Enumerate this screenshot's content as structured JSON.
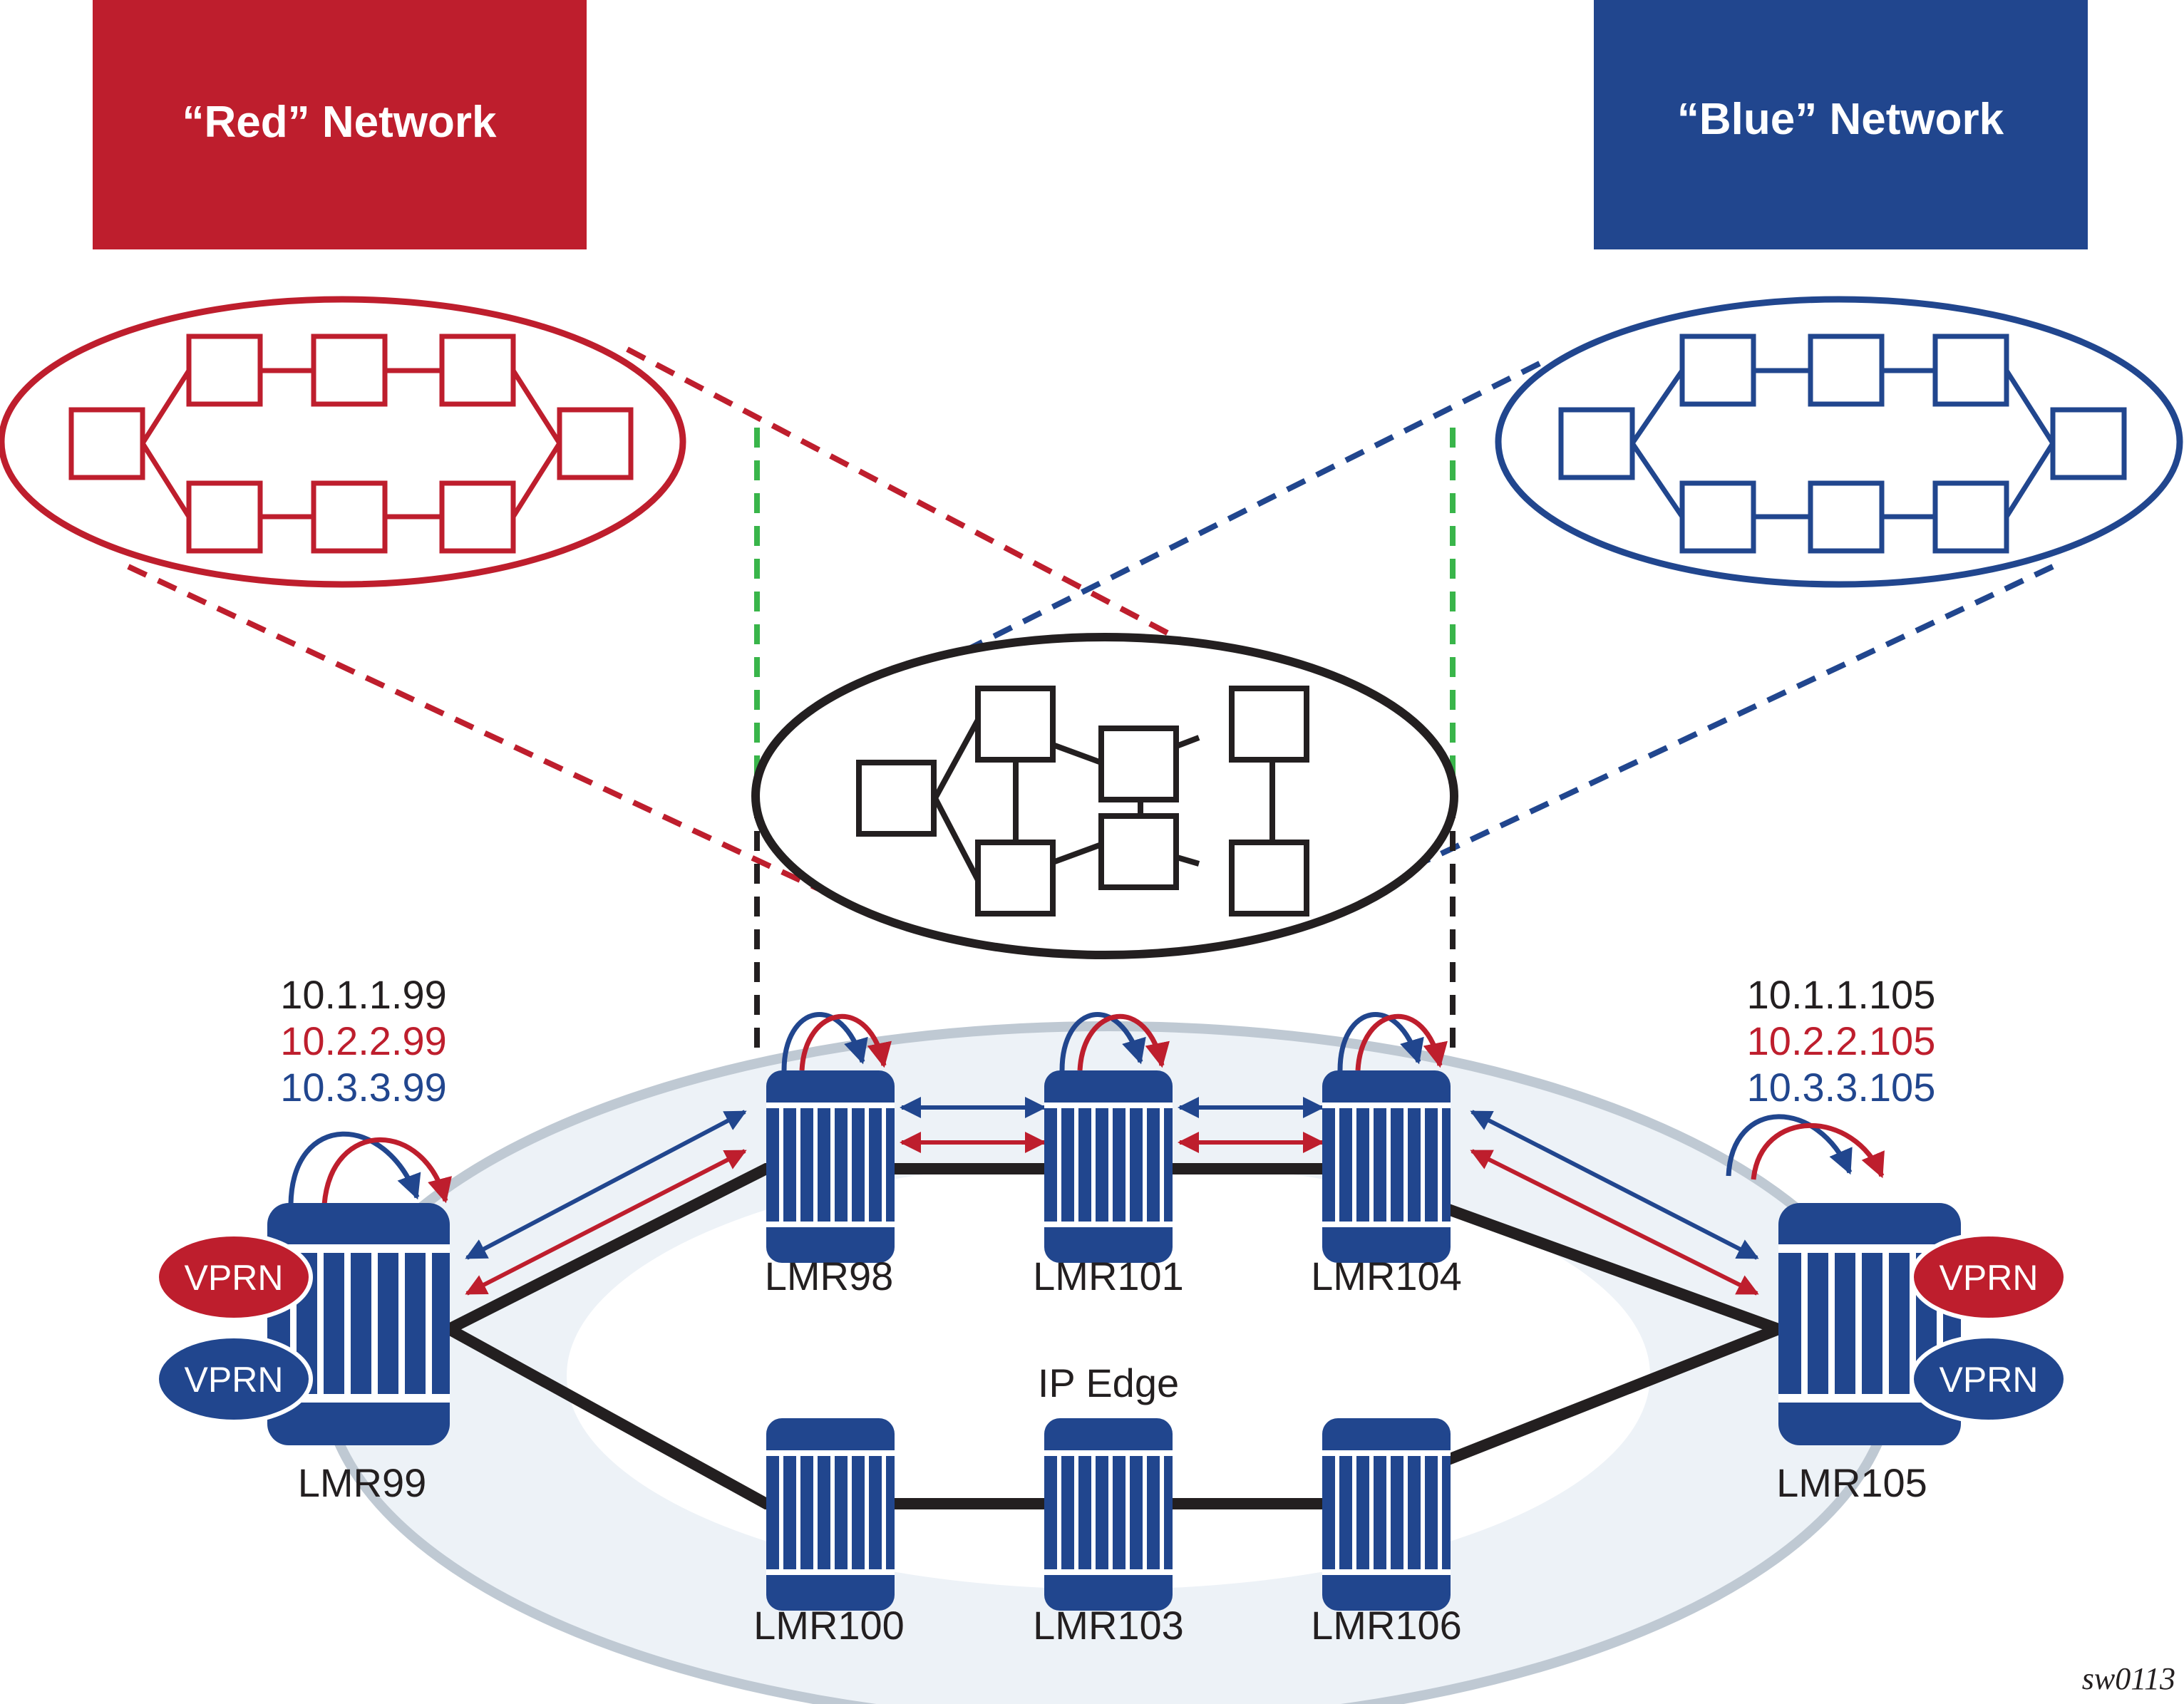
{
  "colors": {
    "red": "#be1e2d",
    "blue": "#21468e",
    "black": "#231f20",
    "green": "#39b54a",
    "ring_fill": "#edf2f7",
    "ring_stroke": "#bfc9d3"
  },
  "headers": {
    "red_network": "“Red” Network",
    "blue_network": "“Blue” Network"
  },
  "center_label": "IP Edge",
  "vprn_label": "VPRN",
  "figure_id": "sw0113",
  "lmr99": {
    "name": "LMR99",
    "ips": [
      "10.1.1.99",
      "10.2.2.99",
      "10.3.3.99"
    ]
  },
  "lmr105": {
    "name": "LMR105",
    "ips": [
      "10.1.1.105",
      "10.2.2.105",
      "10.3.3.105"
    ]
  },
  "routers": {
    "top": [
      "LMR98",
      "LMR101",
      "LMR104"
    ],
    "bottom": [
      "LMR100",
      "LMR103",
      "LMR106"
    ]
  }
}
